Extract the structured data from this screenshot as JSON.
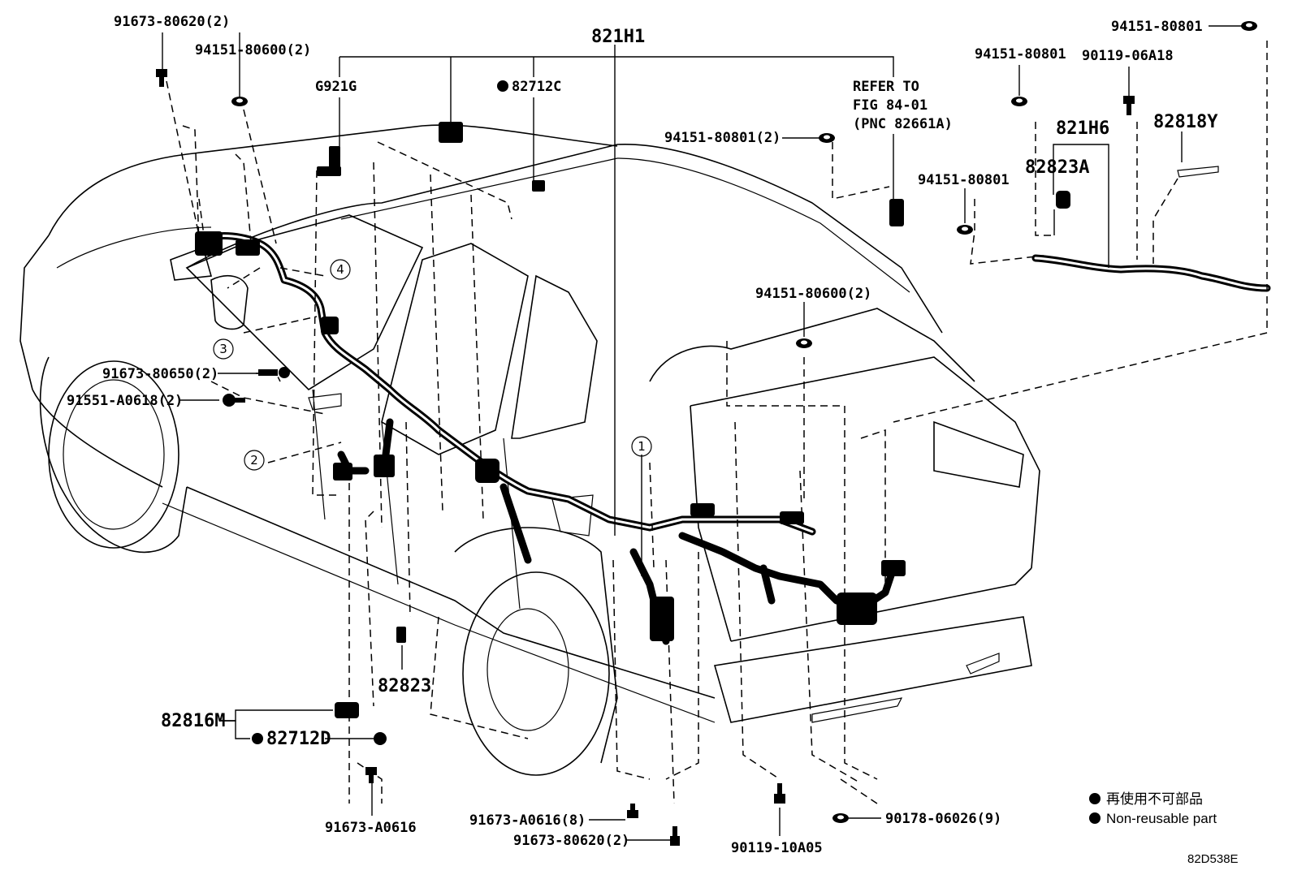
{
  "labels": {
    "p_91673_80620_2_top": "91673-80620(2)",
    "p_94151_80600_2_top": "94151-80600(2)",
    "p_821H1": "821H1",
    "p_G921G": "G921G",
    "p_82712C": "82712C",
    "refer_line1": "REFER TO",
    "refer_line2": "FIG 84-01",
    "refer_line3": "(PNC 82661A)",
    "p_94151_80801_2": "94151-80801(2)",
    "p_94151_80801_tr": "94151-80801",
    "p_94151_80801_a": "94151-80801",
    "p_90119_06A18": "90119-06A18",
    "p_821H6": "821H6",
    "p_82818Y": "82818Y",
    "p_82823A": "82823A",
    "p_94151_80801_b": "94151-80801",
    "p_94151_80600_2_mid": "94151-80600(2)",
    "p_91673_80650_2": "91673-80650(2)",
    "p_91551_A0618_2": "91551-A0618(2)",
    "p_82823": "82823",
    "p_82816M": "82816M",
    "p_82712D": "82712D",
    "p_91673_A0616": "91673-A0616",
    "p_91673_A0616_8": "91673-A0616(8)",
    "p_91673_80620_2_bot": "91673-80620(2)",
    "p_90119_10A05": "90119-10A05",
    "p_90178_06026_9": "90178-06026(9)"
  },
  "callouts": {
    "c1": "1",
    "c2": "2",
    "c3": "3",
    "c4": "4"
  },
  "legend": {
    "line1": "再使用不可部品",
    "line2": "Non-reusable part"
  },
  "figure_code": "82D538E",
  "colors": {
    "ink": "#000000",
    "paper": "#ffffff"
  }
}
